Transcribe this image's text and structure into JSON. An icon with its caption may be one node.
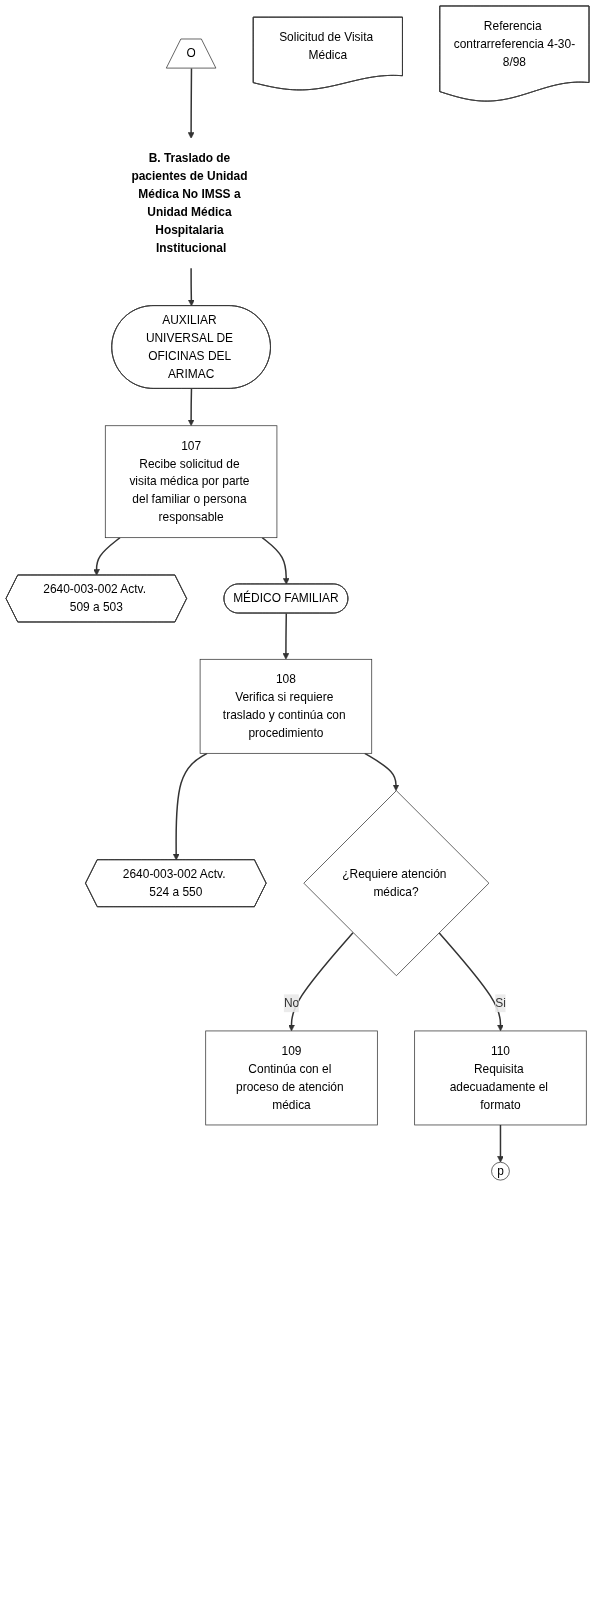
{
  "diagram": {
    "nodes": [
      {
        "text": [
          "O"
        ]
      },
      {
        "text": [
          "B. Traslado de pacientes de Unidad Médica No IMSS a Unidad Médica Hospitalaria Institucional"
        ]
      },
      {
        "text": [
          "AUXILIAR UNIVERSAL DE OFICINAS DEL ARIMAC"
        ]
      },
      {
        "text": [
          "107",
          "Recibe solicitud de visita médica por parte del familiar o persona responsable"
        ]
      },
      {
        "text": [
          "2640-003-002 Actv. 509 a 503"
        ]
      },
      {
        "text": [
          "Solicitud de Visita Médica"
        ]
      },
      {
        "text": [
          "MÉDICO FAMILIAR"
        ]
      },
      {
        "text": [
          "108",
          "Verifica si requiere traslado y continúa con procedimiento"
        ]
      },
      {
        "text": [
          "2640-003-002 Actv. 524 a 550"
        ]
      },
      {
        "text": [
          "¿Requiere atención médica?"
        ]
      },
      {
        "text": [
          "109",
          "Continúa con el proceso de atención médica"
        ]
      },
      {
        "text": [
          "110",
          "Requisita adecuadamente el formato"
        ]
      },
      {
        "text": [
          "Referencia contrarreferencia 4-30-8/98"
        ]
      },
      {
        "text": [
          "p"
        ]
      }
    ],
    "edges": [
      {
        "from": 0,
        "to": 1,
        "arrow": "to"
      },
      {
        "from": 1,
        "to": 2,
        "arrow": "to"
      },
      {
        "from": 2,
        "to": 3,
        "arrow": "to"
      },
      {
        "from": 3,
        "to": 4,
        "arrow": "to"
      },
      {
        "from": 3,
        "to": 6,
        "arrow": "to"
      },
      {
        "from": 6,
        "to": 7,
        "arrow": "to"
      },
      {
        "from": 7,
        "to": 8,
        "arrow": "to"
      },
      {
        "from": 7,
        "to": 9,
        "arrow": "to"
      },
      {
        "from": 9,
        "to": 10,
        "label": "No",
        "arrow": "to"
      },
      {
        "from": 9,
        "to": 11,
        "label": "Si",
        "arrow": "to"
      },
      {
        "from": 11,
        "to": 13,
        "arrow": "to"
      }
    ]
  }
}
